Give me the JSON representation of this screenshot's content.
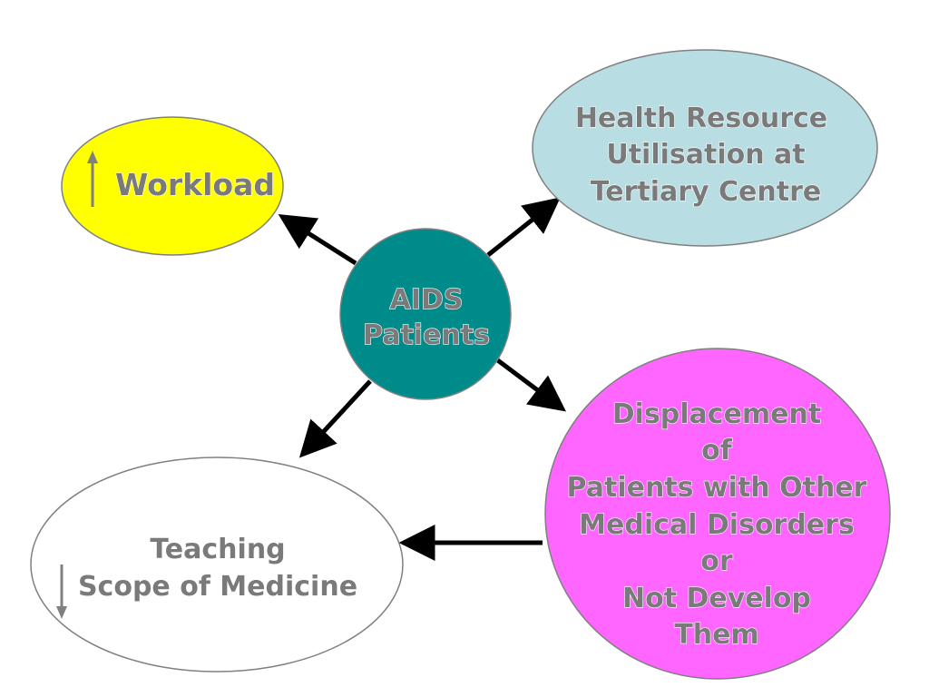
{
  "nodes": {
    "center": {
      "lines": [
        "AIDS",
        "Patients"
      ],
      "fill": "#008b8b"
    },
    "workload": {
      "lines": [
        "Workload"
      ],
      "fill": "#ffff00",
      "arrow": "up"
    },
    "health": {
      "lines": [
        "Health Resource",
        "Utilisation at",
        "Tertiary Centre"
      ],
      "fill": "#b8dee3"
    },
    "displacement": {
      "lines": [
        "Displacement",
        "of",
        "Patients with Other",
        "Medical Disorders",
        "or",
        "Not Develop",
        "Them"
      ],
      "fill": "#ff66ff"
    },
    "teaching": {
      "lines": [
        "Teaching",
        "Scope of Medicine"
      ],
      "fill": "#ffffff",
      "arrow": "down"
    }
  },
  "colors": {
    "text": "#7a7a7a",
    "arrow": "#000000",
    "outline": "#808080"
  }
}
